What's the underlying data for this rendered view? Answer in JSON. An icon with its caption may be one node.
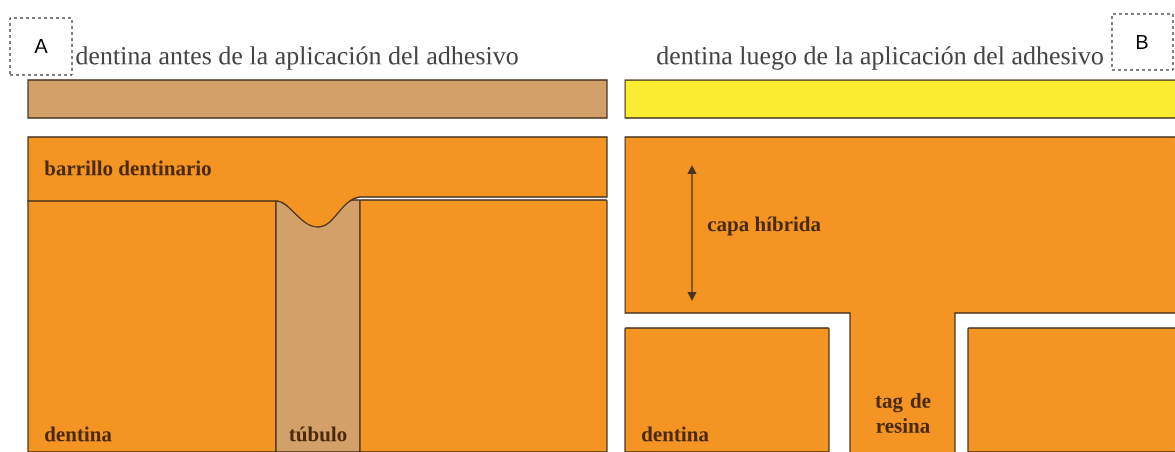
{
  "diagram": {
    "nodes": [
      {
        "text": [
          "A"
        ]
      },
      {
        "text": [],
        "shape": "bar",
        "beside": [
          "dentina antes de la aplicación del adhesivo"
        ]
      },
      {
        "text": [
          "barrillo dentinario"
        ]
      },
      {
        "text": [
          "dentina"
        ]
      },
      {
        "text": [
          "túbulo"
        ]
      },
      {
        "text": [],
        "shape": "box"
      },
      {
        "text": [
          "B"
        ]
      },
      {
        "text": [],
        "shape": "bar",
        "beside": [
          "dentina luego de la aplicación del adhesivo"
        ]
      },
      {
        "text": [
          "capa híbrida",
          "tag de resina"
        ]
      },
      {
        "text": [
          "dentina"
        ]
      },
      {
        "text": [],
        "shape": "box"
      }
    ]
  }
}
